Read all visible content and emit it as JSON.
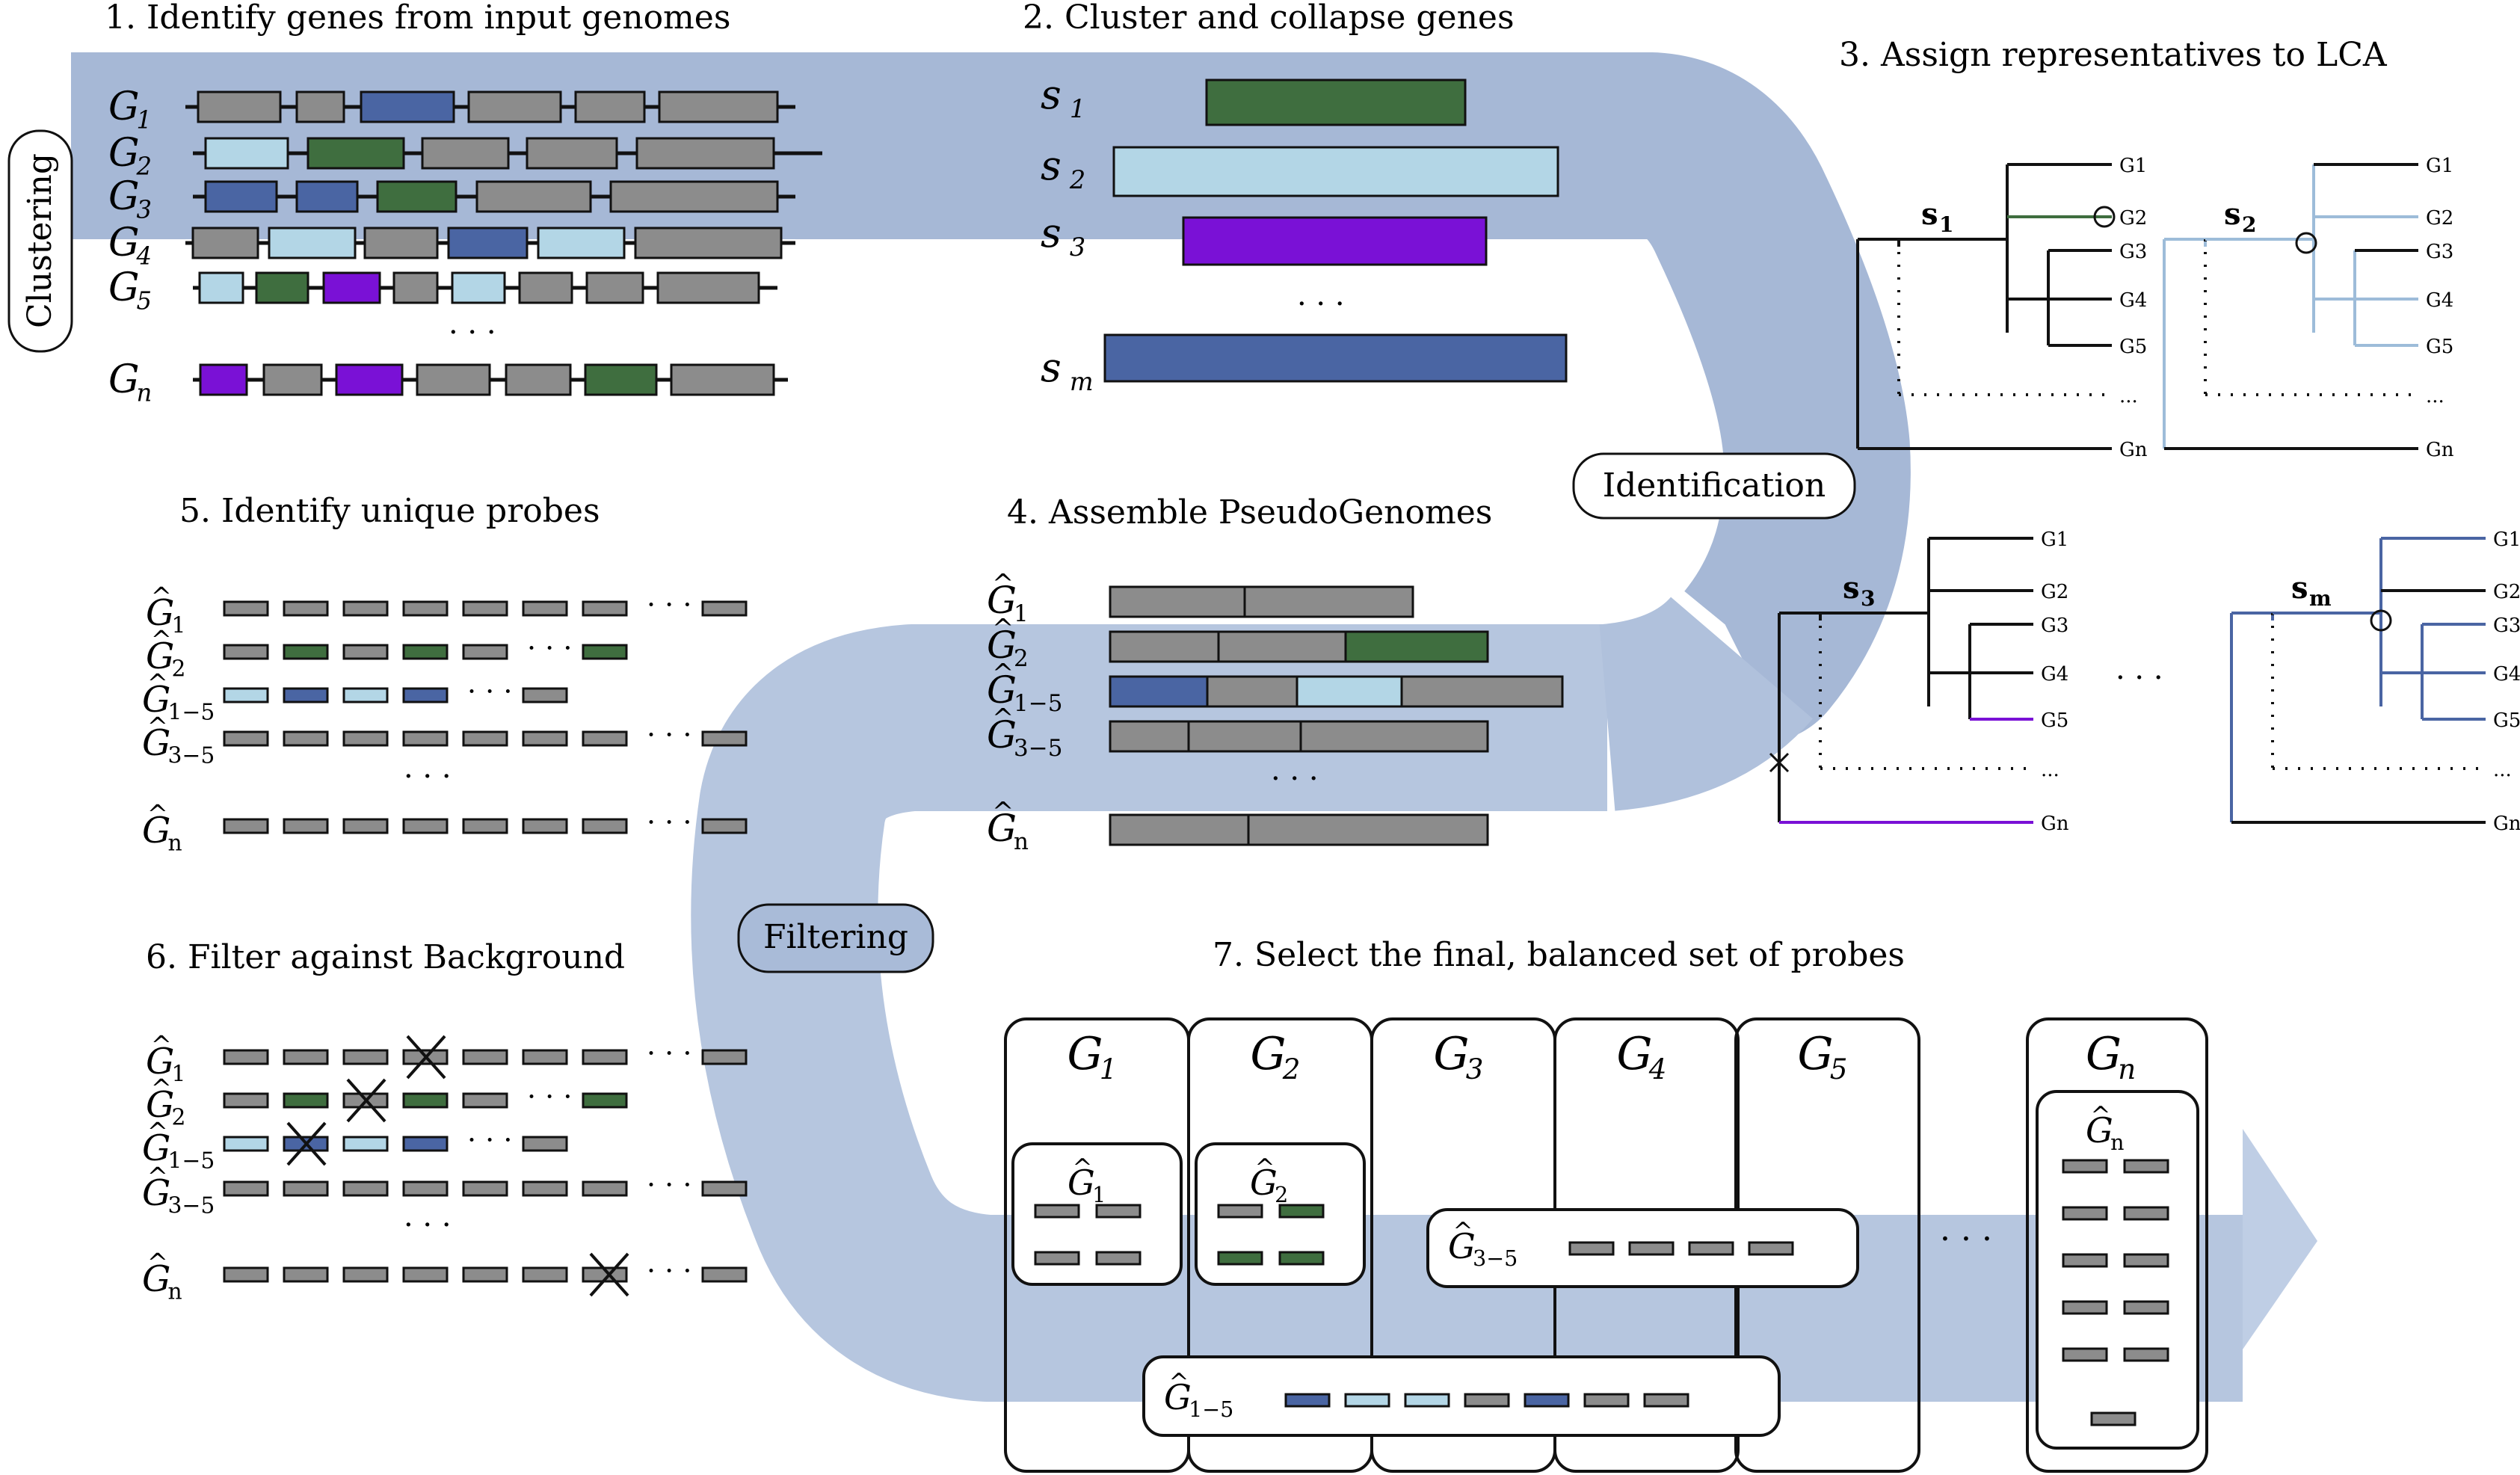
{
  "colors": {
    "gray": "#8c8c8c",
    "dark_green": "#3f6e3f",
    "light_blue": "#b3d6e6",
    "mid_blue": "#4a65a3",
    "purple": "#7a11d6",
    "band": "#a6b8d6",
    "stroke": "#111111"
  },
  "steps": {
    "s1": "1. Identify genes from input genomes",
    "s2": "2. Cluster and collapse genes",
    "s3": "3. Assign representatives to LCA",
    "s4": "4. Assemble PseudoGenomes",
    "s5": "5. Identify unique probes",
    "s6": "6. Filter against Background",
    "s7": "7. Select the final, balanced set of probes"
  },
  "stages": {
    "clustering": "Clustering",
    "identification": "Identification",
    "filtering": "Filtering"
  },
  "genome_labels": {
    "G": "G",
    "sub1": "1",
    "sub2": "2",
    "sub3": "3",
    "sub4": "4",
    "sub5": "5",
    "subn": "n",
    "sub15": "1−5",
    "sub35": "3−5",
    "s": "s",
    "subm": "m",
    "hat": "^",
    "dots": "· · ·"
  },
  "tree_labels": {
    "s1": "s",
    "sub1": "1",
    "s2": "s",
    "sub2": "2",
    "s3": "s",
    "sub3": "3",
    "sm": "s",
    "subm": "m",
    "leaves": [
      "G1",
      "G2",
      "G3",
      "G4",
      "G5",
      "...",
      "Gn"
    ],
    "dots": "· · ·"
  },
  "step7": {
    "columns": [
      "1",
      "2",
      "3",
      "4",
      "5",
      "n"
    ],
    "dots": "· · ·"
  }
}
